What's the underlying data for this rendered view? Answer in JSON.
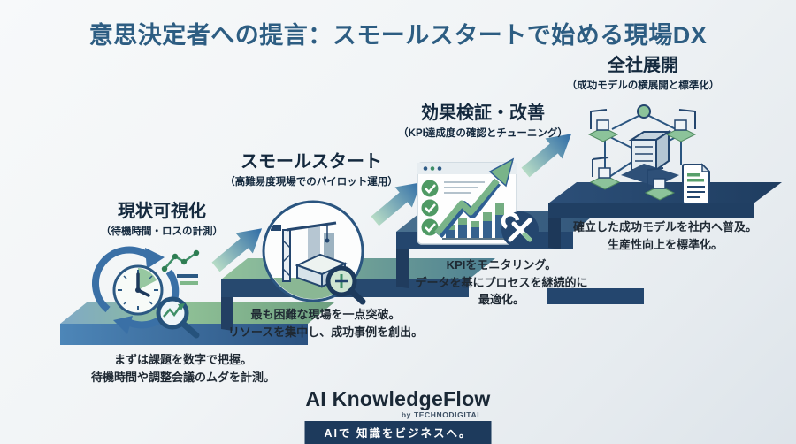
{
  "title": "意思決定者への提言：スモールスタートで始める現場DX",
  "steps": [
    {
      "heading": "現状可視化",
      "subheading": "（待機時間・ロスの計測）",
      "body_lines": [
        "まずは課題を数字で把握。",
        "待機時間や調整会議のムダを計測。"
      ],
      "icon": "clock-analysis-icon"
    },
    {
      "heading": "スモールスタート",
      "subheading": "（高難易度現場でのパイロット運用）",
      "body_lines": [
        "最も困難な現場を一点突破。",
        "リソースを集中し、成功事例を創出。"
      ],
      "icon": "construction-pilot-icon"
    },
    {
      "heading": "効果検証・改善",
      "subheading": "（KPI達成度の確認とチューニング）",
      "body_lines": [
        "KPIをモニタリング。",
        "データを基にプロセスを継続的に",
        "最適化。"
      ],
      "icon": "kpi-dashboard-icon"
    },
    {
      "heading": "全社展開",
      "subheading": "（成功モデルの横展開と標準化）",
      "body_lines": [
        "確立した成功モデルを社内へ普及。",
        "生産性向上を標準化。"
      ],
      "icon": "network-rollout-icon"
    }
  ],
  "footer": {
    "brand": "AI KnowledgeFlow",
    "byline": "by TECHNODIGITAL",
    "tagline": "AIで 知識をビジネスへ。"
  },
  "colors": {
    "title_blue": "#2d5d82",
    "step_navy": "#24466e",
    "step_green": "#8abb95",
    "arrow_blue": "#2f6ca6",
    "arrow_green": "#b7dcc6",
    "banner_navy": "#1d3a5c",
    "text_dark": "#1f2933"
  }
}
